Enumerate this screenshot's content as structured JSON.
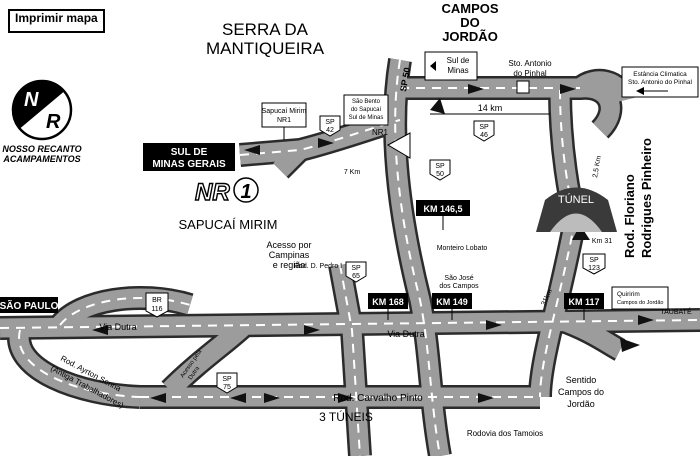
{
  "print_button": "Imprimir mapa",
  "logo": {
    "letters_1": "N",
    "letters_2": "R",
    "line1": "NOSSO RECANTO",
    "line2": "ACAMPAMENTOS"
  },
  "title": {
    "line1": "SERRA DA",
    "line2": "MANTIQUEIRA"
  },
  "campos_do_jordao": {
    "line1": "CAMPOS",
    "line2": "DO",
    "line3": "JORDÃO"
  },
  "sign_sul_de_minas": {
    "line1": "Sul de",
    "line2": "Minas"
  },
  "sto_antonio_pinhal": {
    "line1": "Sto. Antonio",
    "line2": "do Pinhal"
  },
  "sign_estancia": {
    "line1": "Estância Climatica",
    "line2": "Sto. Antonio do Pinhal"
  },
  "sign_sapucai_mirim": {
    "line1": "Sapucaí Mirim",
    "line2": "NR1"
  },
  "sign_sao_bento": {
    "line1": "São Bento",
    "line2": "do Sapucaí",
    "line3": "Sul de Minas"
  },
  "sign_sul_de_minas_gerais": {
    "line1": "SUL DE",
    "line2": "MINAS GERAIS"
  },
  "label_nr1": "NR1",
  "label_7km": "7 Km",
  "label_14km": "14 km",
  "label_2_5km": "2,5 Km",
  "label_km31": "Km 31",
  "label_31km": "31km",
  "shields": {
    "sp50_vertical": "SP 50",
    "sp42": {
      "line1": "SP",
      "line2": "42"
    },
    "sp46": {
      "line1": "SP",
      "line2": "46"
    },
    "sp50": {
      "line1": "SP",
      "line2": "50"
    },
    "sp65": {
      "line1": "SP",
      "line2": "65"
    },
    "sp75": {
      "line1": "SP",
      "line2": "75"
    },
    "sp123": {
      "line1": "SP",
      "line2": "123"
    },
    "br116": {
      "line1": "BR",
      "line2": "116"
    }
  },
  "km_markers": {
    "km146": "KM 146,5",
    "km168": "KM 168",
    "km149": "KM 149",
    "km117": "KM 117"
  },
  "tunnel": "TÚNEL",
  "rod_floriano": {
    "line1": "Rod. Floriano",
    "line2": "Rodrigues Pinheiro"
  },
  "sapucai_mirim_logo": "NR",
  "sapucai_mirim_logo_digit": "1",
  "sapucai_mirim_label": "SAPUCAÍ MIRIM",
  "acesso_campinas": {
    "line1": "Acesso por",
    "line2": "Campinas",
    "line3": "e região"
  },
  "rod_d_pedro": "Rod. D. Pedro I",
  "monteiro_lobato": "Monteiro Lobato",
  "sao_jose": {
    "line1": "São José",
    "line2": "dos Campos"
  },
  "quiririm": {
    "line1": "Quiririm",
    "line2": "Campos do Jordão"
  },
  "taubate": "TAUBATÉ",
  "sao_paulo": "SÃO PAULO",
  "via_dutra_1": "Via Dutra",
  "via_dutra_2": "Via Dutra",
  "rod_ayrton": {
    "line1": "Rod. Ayrton Senna",
    "line2": "(Antiga Trabalhadores)"
  },
  "acesso_dutra": {
    "line1": "Acesso pela",
    "line2": "Dutra"
  },
  "rod_carvalho": "Rod. Carvalho Pinto",
  "tres_tuneis": "3 TÚNEIS",
  "rodovia_tamoios": "Rodovia dos Tamoios",
  "sentido": {
    "line1": "Sentido",
    "line2": "Campos do",
    "line3": "Jordão"
  }
}
